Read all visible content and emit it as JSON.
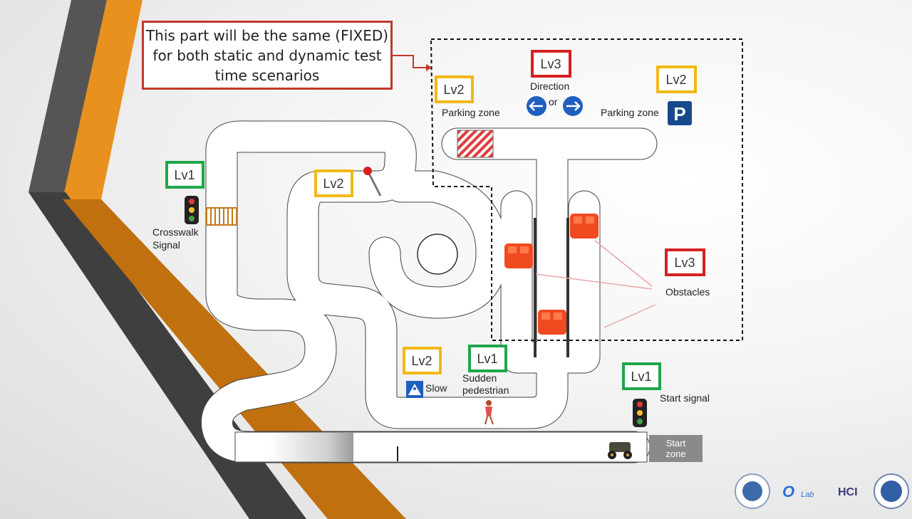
{
  "callout": {
    "line1": "This part will be the same (FIXED)",
    "line2": "for both static and dynamic test",
    "line3": "time scenarios"
  },
  "badges": {
    "lv1_crosswalk": "Lv1",
    "lv2_stop": "Lv2",
    "lv2_parking_left": "Lv2",
    "lv3_direction": "Lv3",
    "lv2_parking_right": "Lv2",
    "lv3_obstacles": "Lv3",
    "lv2_slow": "Lv2",
    "lv1_pedestrian": "Lv1",
    "lv1_start": "Lv1"
  },
  "labels": {
    "crosswalk_1": "Crosswalk",
    "crosswalk_2": "Signal",
    "parking_left": "Parking zone",
    "direction": "Direction",
    "or": "or",
    "parking_right": "Parking zone",
    "obstacles": "Obstacles",
    "slow": "Slow",
    "pedestrian_1": "Sudden",
    "pedestrian_2": "pedestrian",
    "start_signal": "Start signal",
    "start_zone": "Start\nzone",
    "parking_sign": "P",
    "logo_lab": "Lab",
    "logo_hci": "HCI"
  },
  "colors": {
    "lv1": "#1fa64a",
    "lv2": "#f2b817",
    "lv3": "#d62020",
    "callout_border": "#c0392b",
    "stripe_dark": "#555555",
    "stripe_orange": "#e8911f"
  }
}
